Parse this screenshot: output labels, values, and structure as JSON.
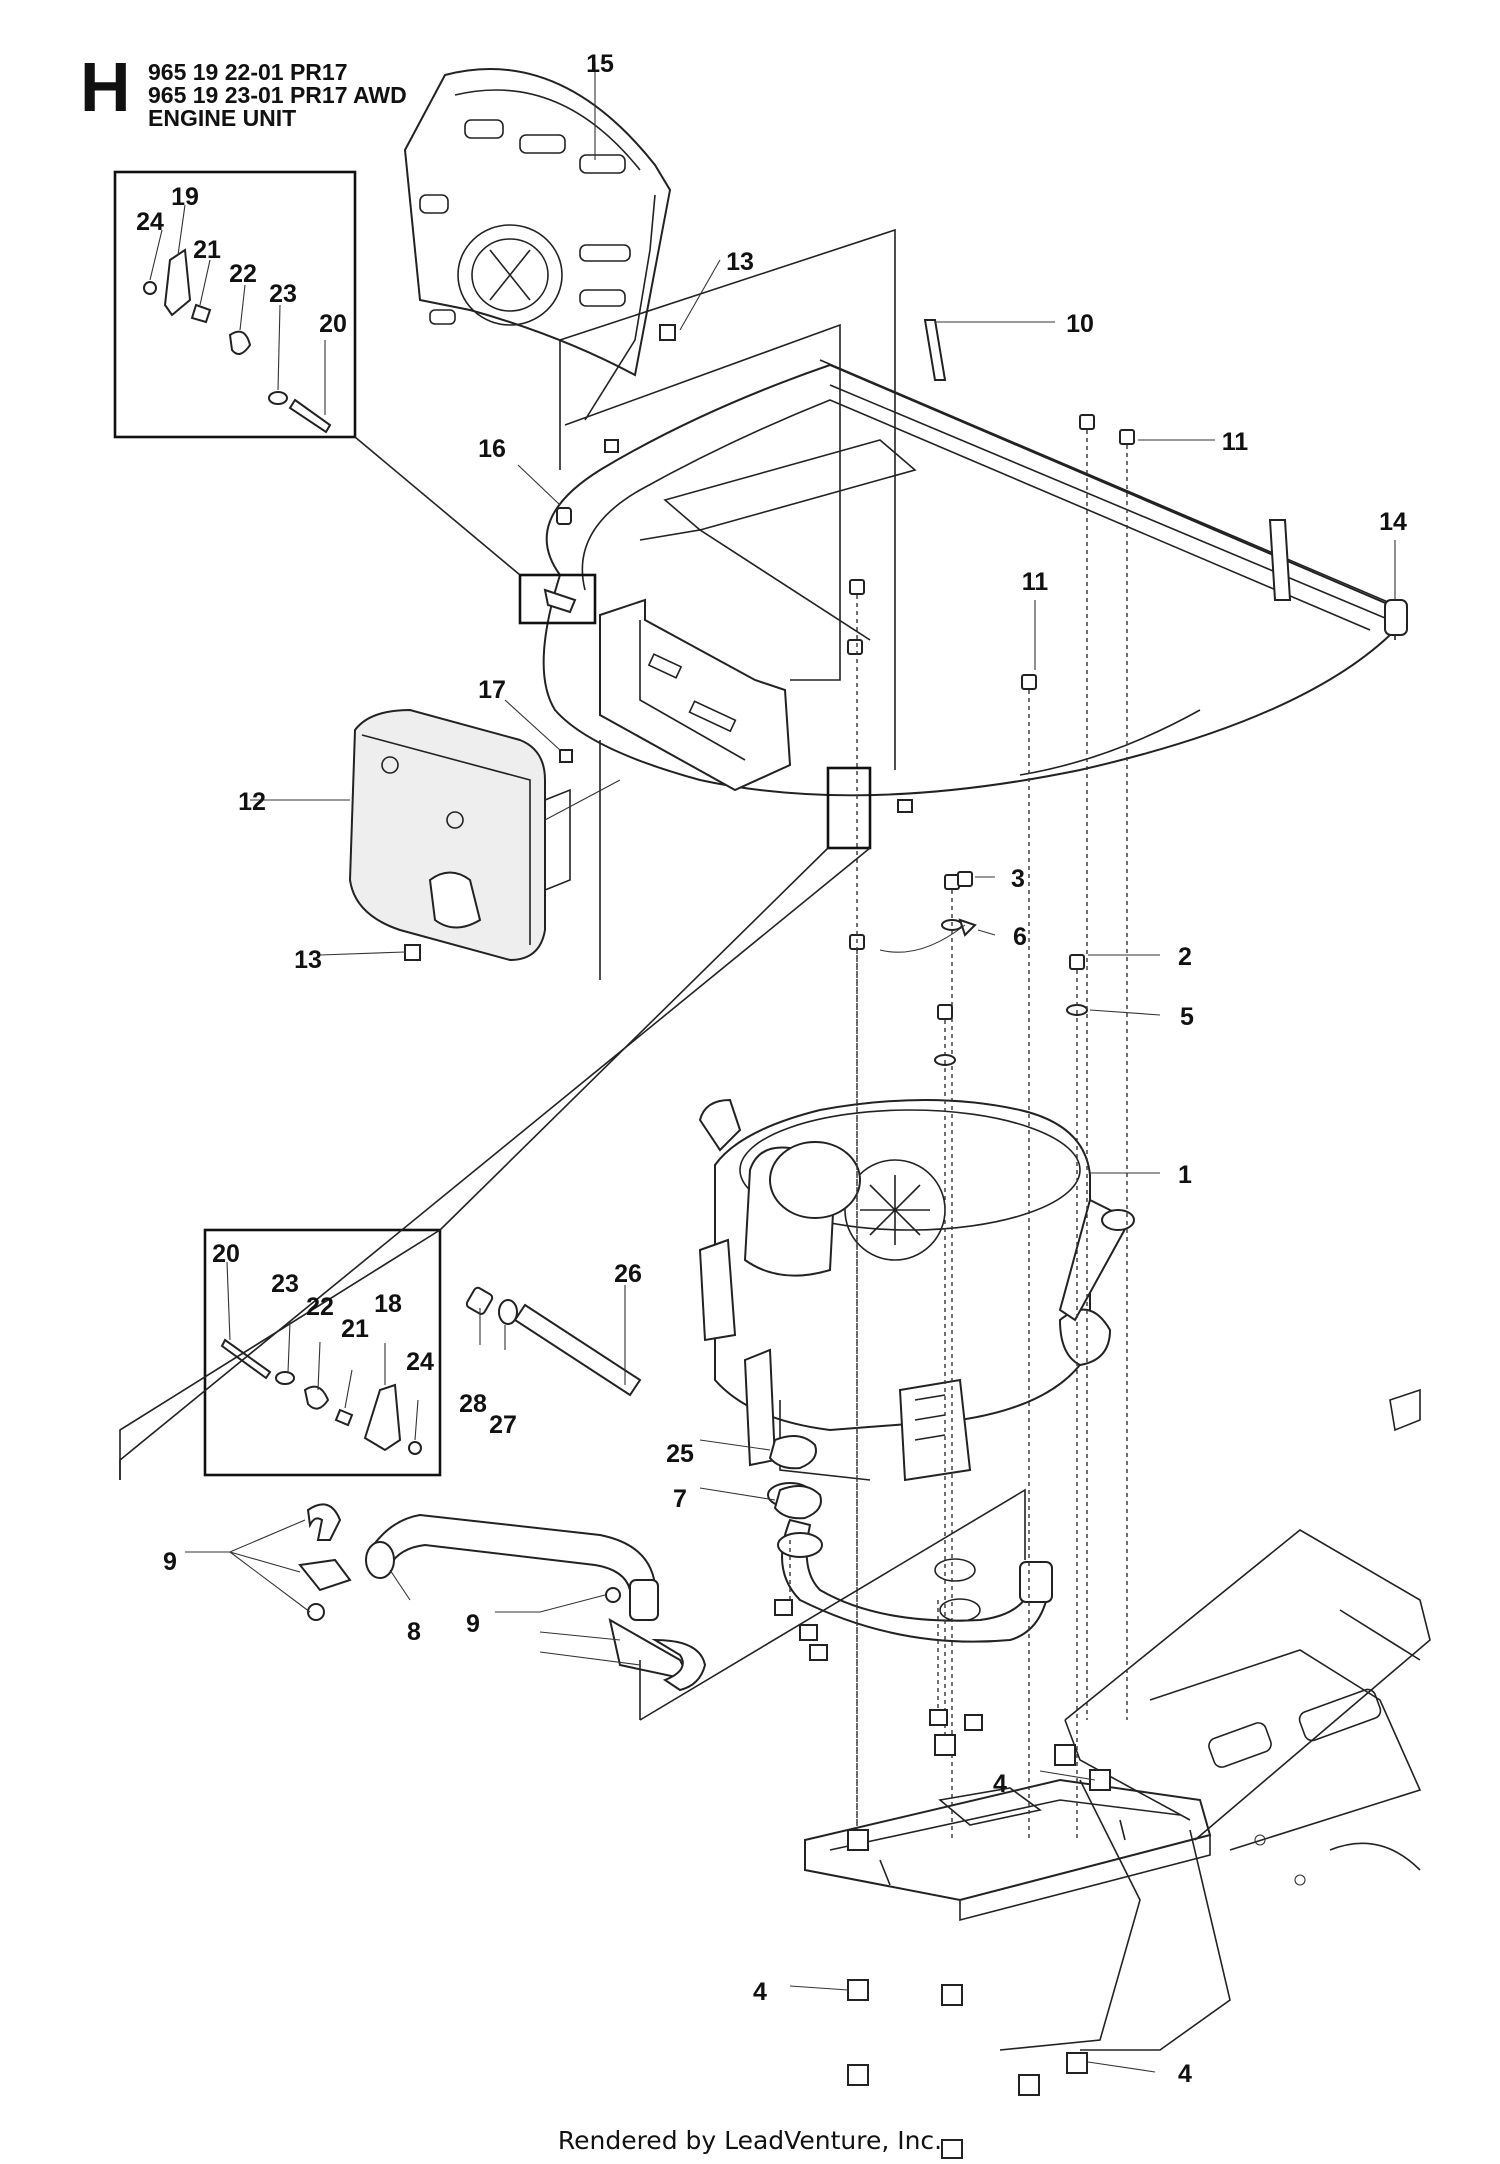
{
  "header": {
    "section_letter": "H",
    "lines": [
      "965 19 22-01 PR17",
      "965 19 23-01 PR17 AWD",
      "ENGINE UNIT"
    ]
  },
  "callouts": {
    "c1": "1",
    "c2": "2",
    "c3": "3",
    "c4a": "4",
    "c4b": "4",
    "c4c": "4",
    "c5": "5",
    "c6": "6",
    "c7": "7",
    "c8": "8",
    "c9a": "9",
    "c9b": "9",
    "c10": "10",
    "c11a": "11",
    "c11b": "11",
    "c12": "12",
    "c13a": "13",
    "c13b": "13",
    "c14": "14",
    "c15": "15",
    "c16": "16",
    "c17": "17",
    "c18": "18",
    "c19": "19",
    "c20a": "20",
    "c20b": "20",
    "c21a": "21",
    "c21b": "21",
    "c22a": "22",
    "c22b": "22",
    "c23a": "23",
    "c23b": "23",
    "c24a": "24",
    "c24b": "24",
    "c25": "25",
    "c26": "26",
    "c27": "27",
    "c28": "28"
  },
  "footer": "Rendered by LeadVenture, Inc."
}
